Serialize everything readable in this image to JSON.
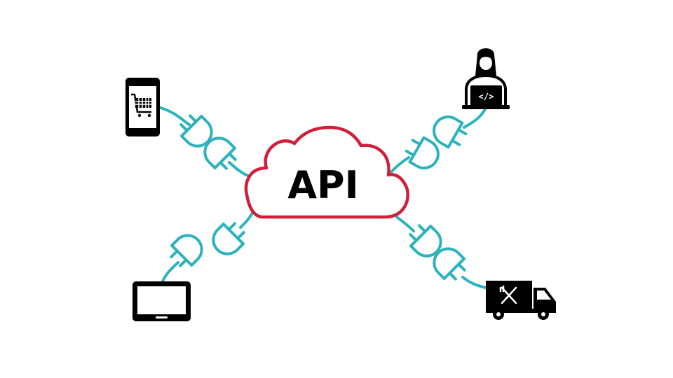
{
  "diagram": {
    "center_label": "API",
    "colors": {
      "cable": "#2bb3bd",
      "cloud_outline": "#d01f3a",
      "icon": "#000000",
      "background": "#ffffff"
    },
    "nodes": [
      {
        "id": "phone",
        "icon": "smartphone-shopping-cart-icon"
      },
      {
        "id": "tablet",
        "icon": "tablet-icon"
      },
      {
        "id": "developer",
        "icon": "developer-with-laptop-icon"
      },
      {
        "id": "truck",
        "icon": "food-delivery-truck-icon"
      }
    ]
  }
}
